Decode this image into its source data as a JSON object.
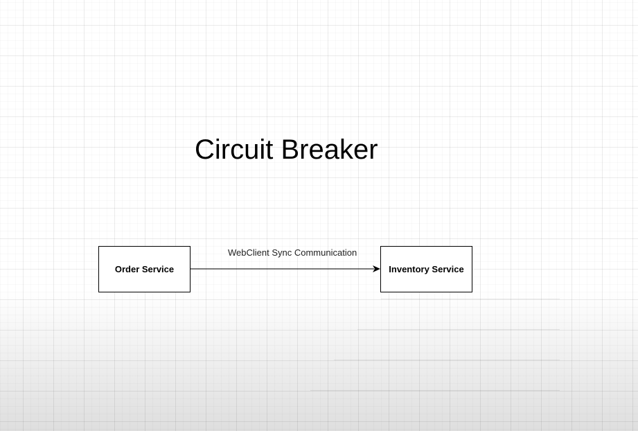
{
  "diagram": {
    "title": "Circuit Breaker",
    "nodes": [
      {
        "id": "order",
        "label": "Order Service"
      },
      {
        "id": "inventory",
        "label": "Inventory Service"
      }
    ],
    "edges": [
      {
        "from": "order",
        "to": "inventory",
        "label": "WebClient Sync Communication"
      }
    ]
  },
  "colors": {
    "stroke": "#000000",
    "background": "#ffffff"
  }
}
